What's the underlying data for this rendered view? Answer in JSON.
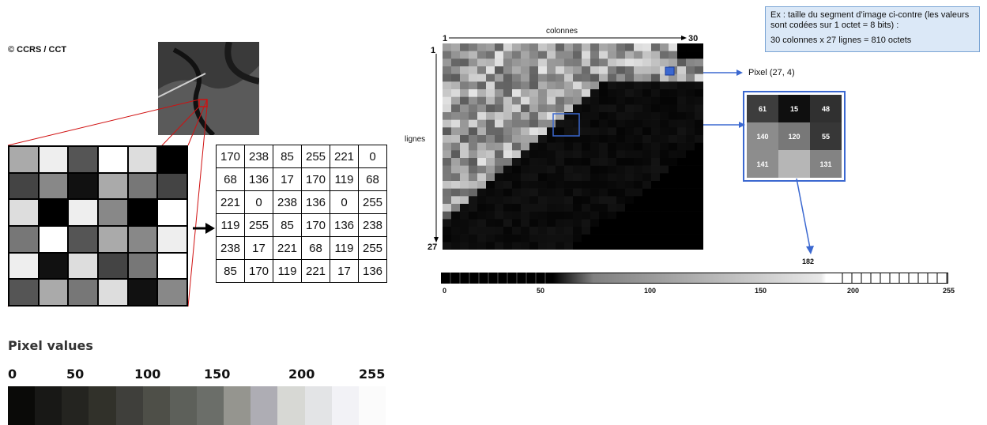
{
  "copyright": "© CCRS / CCT",
  "left_grid": {
    "gray_levels": [
      [
        170,
        238,
        85,
        255,
        221,
        0
      ],
      [
        68,
        136,
        17,
        170,
        119,
        68
      ],
      [
        221,
        0,
        238,
        136,
        0,
        255
      ],
      [
        119,
        255,
        85,
        170,
        136,
        238
      ],
      [
        238,
        17,
        221,
        68,
        119,
        255
      ],
      [
        85,
        170,
        119,
        221,
        17,
        136
      ]
    ]
  },
  "value_table": [
    [
      "170",
      "238",
      "85",
      "255",
      "221",
      "0"
    ],
    [
      "68",
      "136",
      "17",
      "170",
      "119",
      "68"
    ],
    [
      "221",
      "0",
      "238",
      "136",
      "0",
      "255"
    ],
    [
      "119",
      "255",
      "85",
      "170",
      "136",
      "238"
    ],
    [
      "238",
      "17",
      "221",
      "68",
      "119",
      "255"
    ],
    [
      "85",
      "170",
      "119",
      "221",
      "17",
      "136"
    ]
  ],
  "pixel_values": {
    "title": "Pixel values",
    "labels": [
      "0",
      "50",
      "100",
      "150",
      "200",
      "255"
    ],
    "swatches": [
      "#0a0a08",
      "#181816",
      "#242420",
      "#31312a",
      "#3f3f3b",
      "#4e4f48",
      "#5d605a",
      "#6b6e69",
      "#95958f",
      "#aeadb4",
      "#d7d8d4",
      "#e3e4e6",
      "#f2f2f6",
      "#fbfbfb"
    ]
  },
  "info_box": {
    "line1": "Ex : taille du segment d’image ci-contre (les valeurs sont codées sur 1 octet = 8 bits) :",
    "line2": "30 colonnes x 27 lignes = 810 octets"
  },
  "axes": {
    "col_start": "1",
    "col_end": "30",
    "col_label": "colonnes",
    "row_start": "1",
    "row_end": "27",
    "row_label": "lignes"
  },
  "pixel_callout": "Pixel (27, 4)",
  "zoom_values": [
    "61",
    "15",
    "48",
    "140",
    "120",
    "55",
    "141",
    "182",
    "131"
  ],
  "zoom_grays": [
    "#3d3d3d",
    "#0f0f0f",
    "#303030",
    "#8c8c8c",
    "#787878",
    "#373737",
    "#8d8d8d",
    "#b6b6b6",
    "#838383"
  ],
  "pointer_value": "182",
  "ramp_labels": [
    "0",
    "50",
    "100",
    "150",
    "200",
    "255"
  ]
}
